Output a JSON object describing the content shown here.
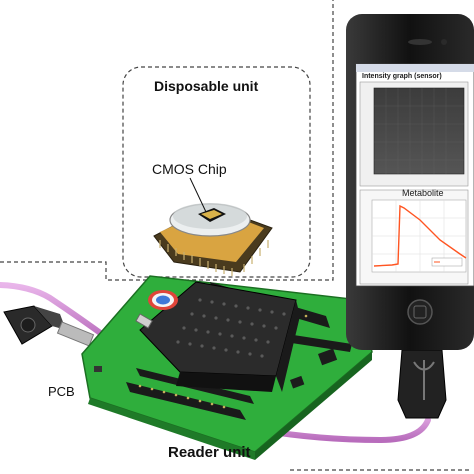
{
  "labels": {
    "disposable_unit": "Disposable unit",
    "cmos_chip": "CMOS Chip",
    "pcb": "PCB",
    "reader_unit": "Reader unit"
  },
  "phone": {
    "intensity_title": "Intensity graph (sensor)",
    "metabolite_title": "Metabolite"
  },
  "colors": {
    "pcb_green": "#2fae3c",
    "cable_pink": "#d68fd6",
    "plot_line": "#ff5522",
    "chip_gold": "#d9a441",
    "phone_body": "#151515"
  }
}
